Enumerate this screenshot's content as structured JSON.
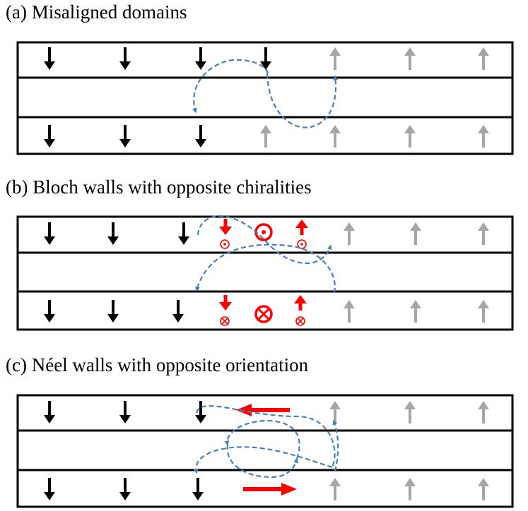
{
  "captions": {
    "a": "(a) Misaligned domains",
    "b": "(b) Bloch walls with opposite chiralities",
    "c": "(c) Néel walls with opposite orientation"
  },
  "colors": {
    "frame": "#000000",
    "spin_down": "#000000",
    "spin_up": "#a6a6a6",
    "flux_line": "#4a7ebb",
    "wall_moment": "#ff0000"
  },
  "icons": [
    "arrow-down-icon",
    "arrow-up-icon",
    "dot-circle-icon",
    "cross-circle-icon",
    "arrow-left-icon",
    "arrow-right-icon"
  ]
}
